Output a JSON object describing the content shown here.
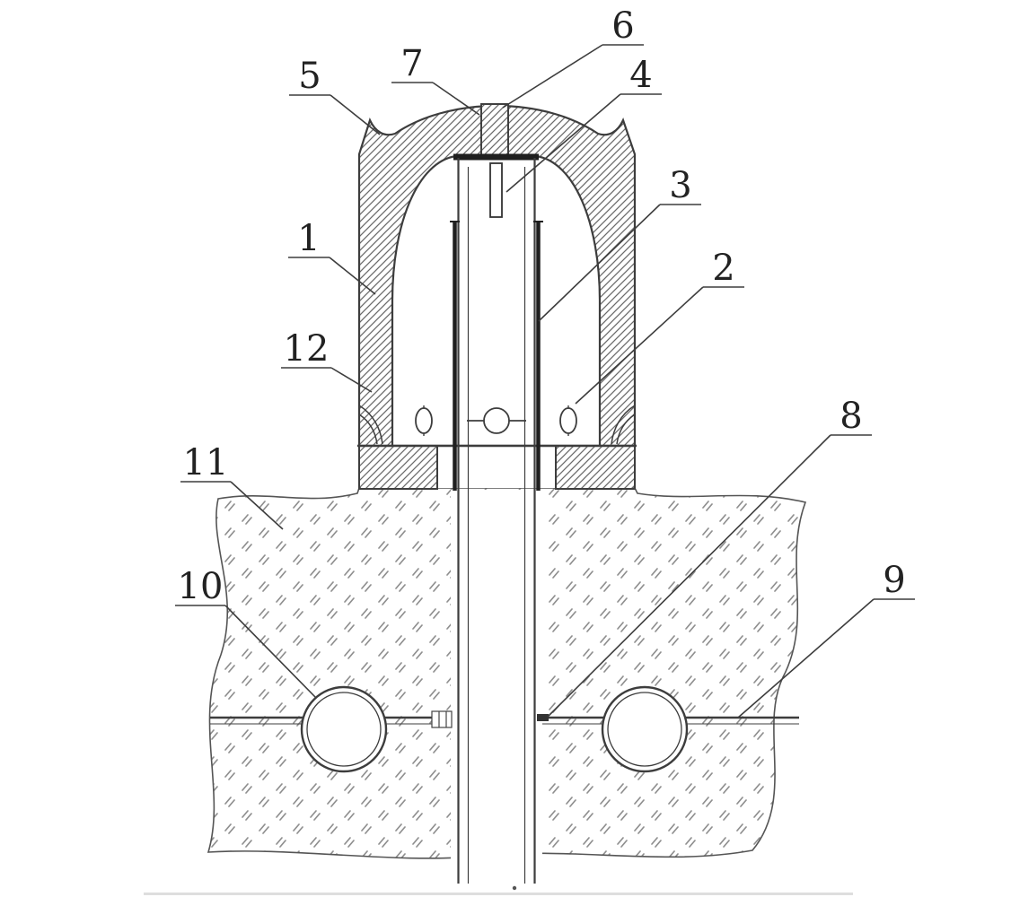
{
  "figure": {
    "type": "patent-cross-section-diagram",
    "background": "#ffffff",
    "line_color": "#3d3d3d",
    "dark_line_color": "#1f1f1f",
    "hatch_color": "#6b6b6b",
    "ground_mark_color": "#8f8f8f",
    "label_color": "#222222",
    "labels": [
      {
        "text": "1"
      },
      {
        "text": "2"
      },
      {
        "text": "3"
      },
      {
        "text": "4"
      },
      {
        "text": "5"
      },
      {
        "text": "6"
      },
      {
        "text": "7"
      },
      {
        "text": "8"
      },
      {
        "text": "9"
      },
      {
        "text": "10"
      },
      {
        "text": "11"
      },
      {
        "text": "12"
      }
    ]
  }
}
